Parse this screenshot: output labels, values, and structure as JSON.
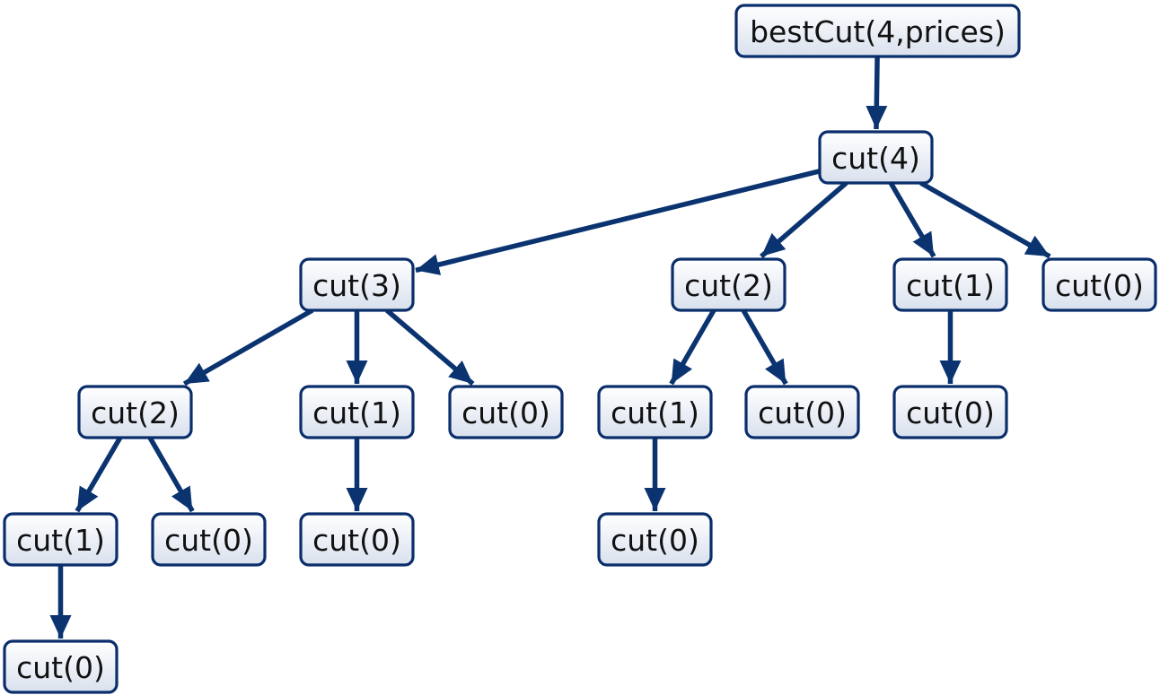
{
  "diagram": {
    "nodes": [
      {
        "id": "root",
        "label": "bestCut(4,prices)"
      },
      {
        "id": "c4",
        "label": "cut(4)"
      },
      {
        "id": "c3",
        "label": "cut(3)"
      },
      {
        "id": "c4_2",
        "label": "cut(2)"
      },
      {
        "id": "c4_1",
        "label": "cut(1)"
      },
      {
        "id": "c4_0",
        "label": "cut(0)"
      },
      {
        "id": "c3_2",
        "label": "cut(2)"
      },
      {
        "id": "c3_1",
        "label": "cut(1)"
      },
      {
        "id": "c3_0",
        "label": "cut(0)"
      },
      {
        "id": "c42_1",
        "label": "cut(1)"
      },
      {
        "id": "c42_0",
        "label": "cut(0)"
      },
      {
        "id": "c41_0",
        "label": "cut(0)"
      },
      {
        "id": "c32_1",
        "label": "cut(1)"
      },
      {
        "id": "c32_0",
        "label": "cut(0)"
      },
      {
        "id": "c31_0",
        "label": "cut(0)"
      },
      {
        "id": "c421_0",
        "label": "cut(0)"
      },
      {
        "id": "c321_0",
        "label": "cut(0)"
      }
    ],
    "edges": [
      [
        "root",
        "c4"
      ],
      [
        "c4",
        "c3"
      ],
      [
        "c4",
        "c4_2"
      ],
      [
        "c4",
        "c4_1"
      ],
      [
        "c4",
        "c4_0"
      ],
      [
        "c3",
        "c3_2"
      ],
      [
        "c3",
        "c3_1"
      ],
      [
        "c3",
        "c3_0"
      ],
      [
        "c4_2",
        "c42_1"
      ],
      [
        "c4_2",
        "c42_0"
      ],
      [
        "c4_1",
        "c41_0"
      ],
      [
        "c3_2",
        "c32_1"
      ],
      [
        "c3_2",
        "c32_0"
      ],
      [
        "c3_1",
        "c31_0"
      ],
      [
        "c42_1",
        "c421_0"
      ],
      [
        "c32_1",
        "c321_0"
      ]
    ]
  }
}
